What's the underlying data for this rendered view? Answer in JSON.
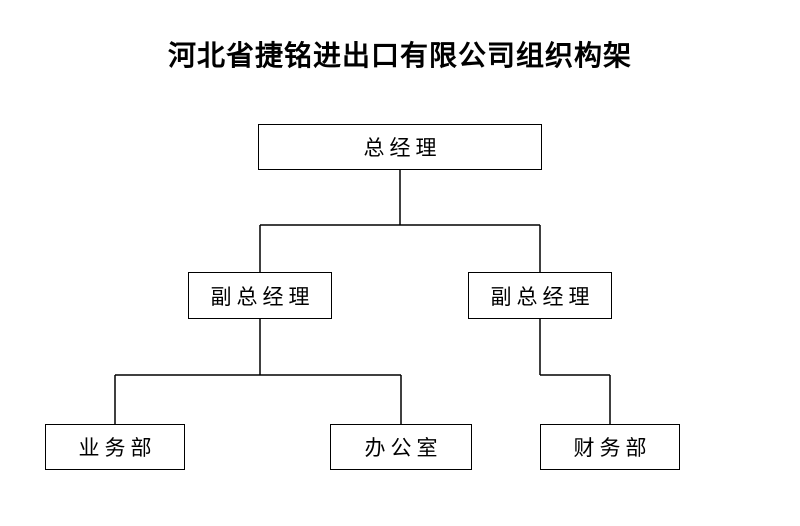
{
  "title": "河北省捷铭进出口有限公司组织构架",
  "diagram": {
    "type": "org-chart",
    "nodes": {
      "general_manager": {
        "label": "总经理",
        "level": 1
      },
      "deputy_gm_left": {
        "label": "副总经理",
        "level": 2,
        "parent": "general_manager"
      },
      "deputy_gm_right": {
        "label": "副总经理",
        "level": 2,
        "parent": "general_manager"
      },
      "business_dept": {
        "label": "业务部",
        "level": 3,
        "parent": "deputy_gm_left"
      },
      "office_dept": {
        "label": "办公室",
        "level": 3,
        "parent": "deputy_gm_left"
      },
      "finance_dept": {
        "label": "财务部",
        "level": 3,
        "parent": "deputy_gm_right"
      }
    },
    "colors": {
      "background": "#ffffff",
      "line": "#000000",
      "text": "#000000",
      "box_border": "#000000",
      "box_fill": "#ffffff"
    }
  }
}
